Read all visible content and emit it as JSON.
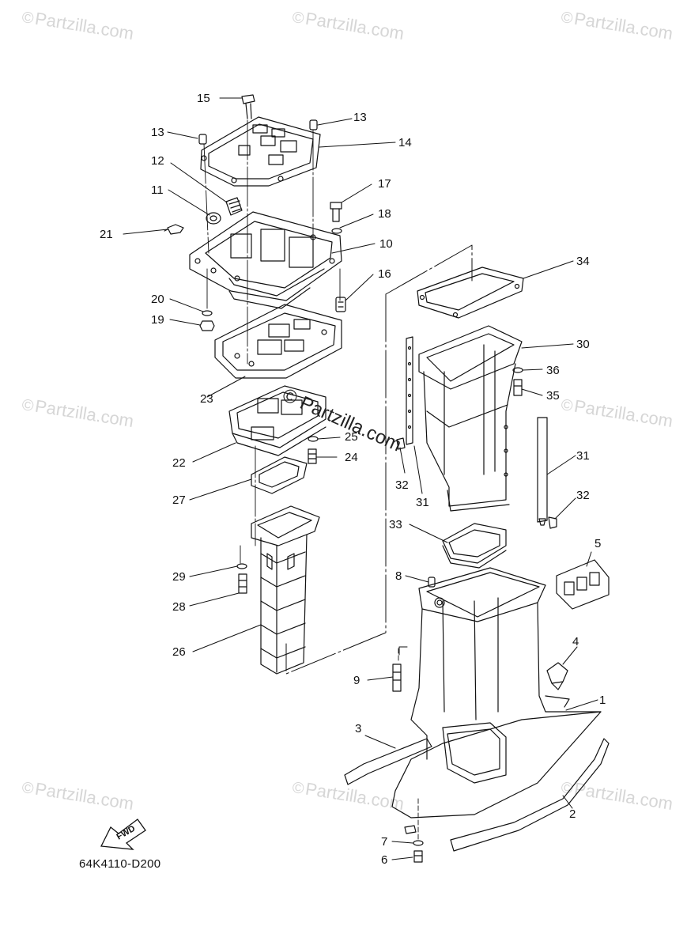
{
  "watermark": {
    "symbol": "©",
    "text": "Partzilla.com",
    "center_text": "© Partzilla.com"
  },
  "diagram_code": "64K4110-D200",
  "fwd_label": "FWD",
  "callouts": {
    "c1": "1",
    "c2": "2",
    "c3": "3",
    "c4": "4",
    "c5": "5",
    "c6": "6",
    "c7": "7",
    "c8": "8",
    "c9": "9",
    "c10": "10",
    "c11": "11",
    "c12": "12",
    "c13a": "13",
    "c13b": "13",
    "c14": "14",
    "c15": "15",
    "c16": "16",
    "c17": "17",
    "c18": "18",
    "c19": "19",
    "c20": "20",
    "c21": "21",
    "c22": "22",
    "c23": "23",
    "c24": "24",
    "c25": "25",
    "c26": "26",
    "c27": "27",
    "c28": "28",
    "c29": "29",
    "c30": "30",
    "c31a": "31",
    "c31b": "31",
    "c32a": "32",
    "c32b": "32",
    "c33": "33",
    "c34": "34",
    "c35": "35",
    "c36": "36"
  }
}
